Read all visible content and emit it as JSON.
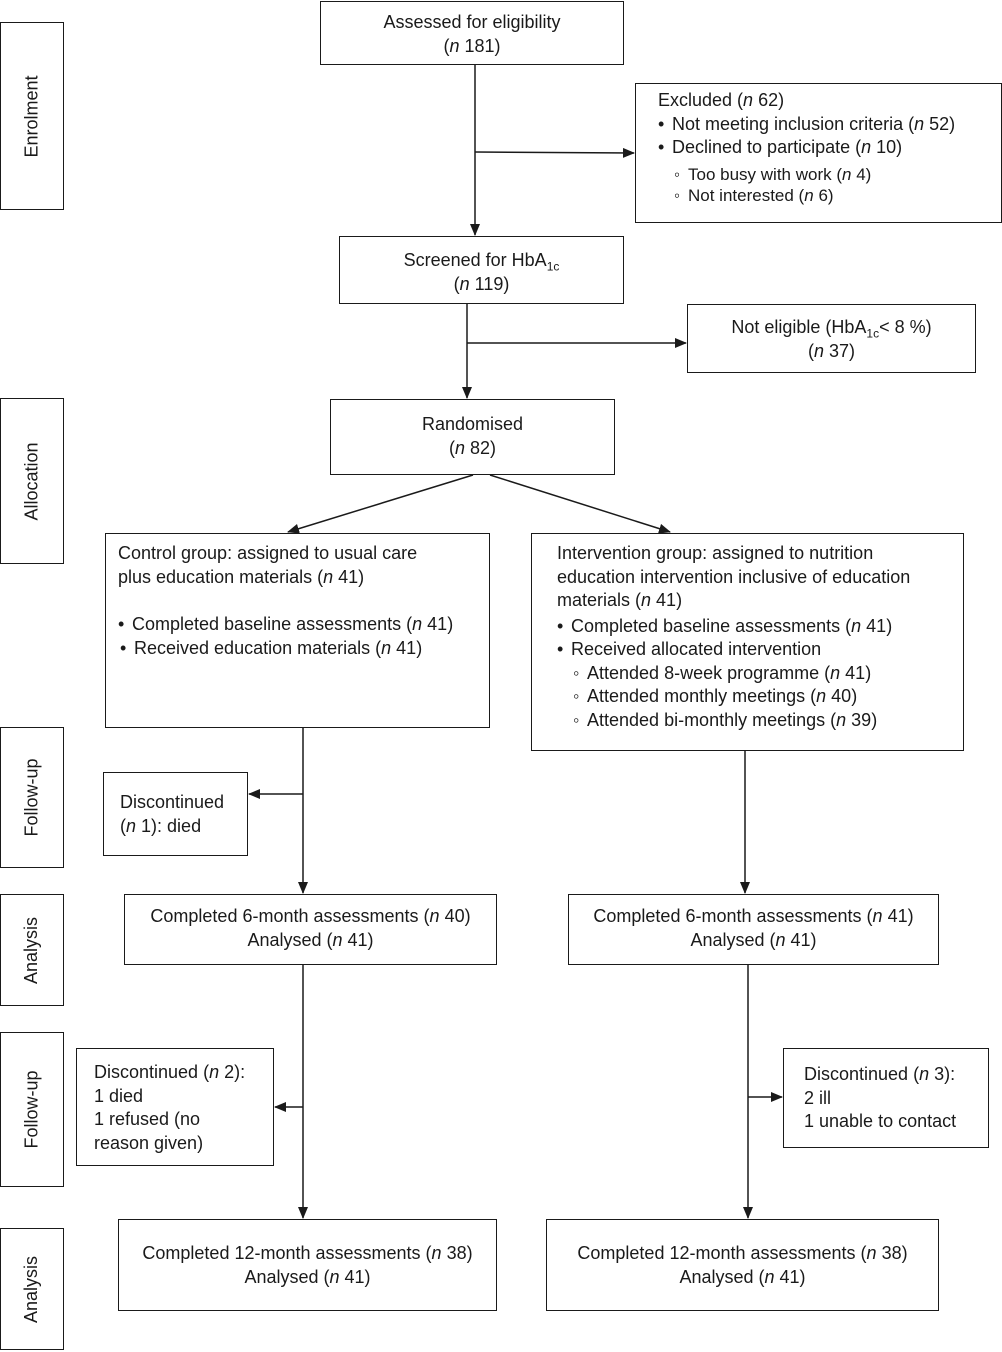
{
  "stages": {
    "enrolment": "Enrolment",
    "allocation": "Allocation",
    "followup1": "Follow-up",
    "analysis1": "Analysis",
    "followup2": "Follow-up",
    "analysis2": "Analysis"
  },
  "assessed": {
    "line1": "Assessed for eligibility",
    "n": "181"
  },
  "excluded": {
    "title_text": "Excluded (",
    "title_n": "62",
    "item1_text": "Not meeting inclusion criteria (",
    "item1_n": "52",
    "item2_text": "Declined to participate (",
    "item2_n": "10",
    "sub1_text": "Too busy with work (",
    "sub1_n": "4",
    "sub2_text": "Not interested (",
    "sub2_n": "6"
  },
  "screened": {
    "line1_a": "Screened for HbA",
    "line1_sub": "1c",
    "n": "119"
  },
  "not_eligible": {
    "line1_a": "Not eligible (HbA",
    "line1_sub": "1c",
    "line1_b": "< 8 %)",
    "n": "37"
  },
  "randomised": {
    "line1": "Randomised",
    "n": "82"
  },
  "control": {
    "line1": "Control group: assigned to usual care",
    "line2_text": "plus education materials (",
    "line2_n": "41",
    "item1_text": "Completed baseline assessments (",
    "item1_n": "41",
    "item2_text": "Received education materials (",
    "item2_n": "41"
  },
  "intervention": {
    "line1": "Intervention group: assigned to nutrition",
    "line2": "education intervention inclusive of education",
    "line3_text": "materials (",
    "line3_n": "41",
    "item1_text": "Completed baseline assessments (",
    "item1_n": "41",
    "item2_text": "Received allocated intervention",
    "sub1_text": "Attended 8-week programme (",
    "sub1_n": "41",
    "sub2_text": "Attended monthly meetings (",
    "sub2_n": "40",
    "sub3_text": "Attended bi-monthly meetings (",
    "sub3_n": "39"
  },
  "disc_control_1": {
    "line1": "Discontinued",
    "line2_n": "1",
    "line2_b": "): died"
  },
  "ctrl_6m": {
    "line1_text": "Completed 6-month assessments (",
    "line1_n": "40",
    "line2_text": "Analysed (",
    "line2_n": "41"
  },
  "int_6m": {
    "line1_text": "Completed 6-month assessments (",
    "line1_n": "41",
    "line2_text": "Analysed (",
    "line2_n": "41"
  },
  "disc_control_2": {
    "line1_text": "Discontinued (",
    "line1_n": "2",
    "line1_b": "):",
    "line2": "1 died",
    "line3": "1 refused (no",
    "line4": "reason given)"
  },
  "disc_int": {
    "line1_text": "Discontinued (",
    "line1_n": "3",
    "line1_b": "):",
    "line2": "2 ill",
    "line3": "1 unable to contact"
  },
  "ctrl_12m": {
    "line1_text": "Completed 12-month assessments (",
    "line1_n": "38",
    "line2_text": "Analysed (",
    "line2_n": "41"
  },
  "int_12m": {
    "line1_text": "Completed 12-month assessments (",
    "line1_n": "38",
    "line2_text": "Analysed (",
    "line2_n": "41"
  },
  "glyphs": {
    "n": "n",
    "close": ")",
    "bullet": "•",
    "circle": "◦",
    "open_paren": "("
  }
}
